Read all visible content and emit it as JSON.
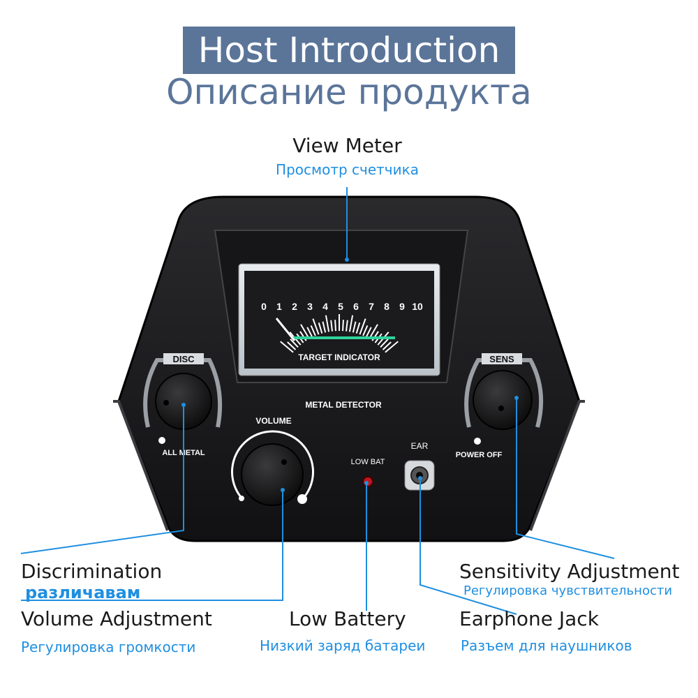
{
  "title": "Host Introduction",
  "subtitle": "Описание продукта",
  "colors": {
    "title_bg": "#5b7599",
    "label_en": "#1a1a1a",
    "label_ru": "#1f8fe0",
    "leader": "#1f8fe0",
    "device": "#1c1c1e"
  },
  "callouts": {
    "view_meter": {
      "en": "View Meter",
      "ru": "Просмотр счетчика"
    },
    "discrimination": {
      "en": "Discrimination",
      "ru": "различавам"
    },
    "volume": {
      "en": "Volume Adjustment",
      "ru": "Регулировка громкости"
    },
    "low_battery": {
      "en": "Low Battery",
      "ru": "Низкий заряд батареи"
    },
    "earphone": {
      "en": "Earphone Jack",
      "ru": "Разъем для наушников"
    },
    "sensitivity": {
      "en": "Sensitivity Adjustment",
      "ru": "Регулировка чувствительности"
    }
  },
  "device": {
    "meter_scale": [
      "0",
      "1",
      "2",
      "3",
      "4",
      "5",
      "6",
      "7",
      "8",
      "9",
      "10"
    ],
    "meter_caption": "TARGET INDICATOR",
    "brand": "METAL DETECTOR",
    "disc_label": "DISC",
    "all_metal_label": "ALL METAL",
    "sens_label": "SENS",
    "power_off_label": "POWER OFF",
    "volume_label": "VOLUME",
    "low_bat_label": "LOW BAT",
    "ear_label": "EAR"
  }
}
